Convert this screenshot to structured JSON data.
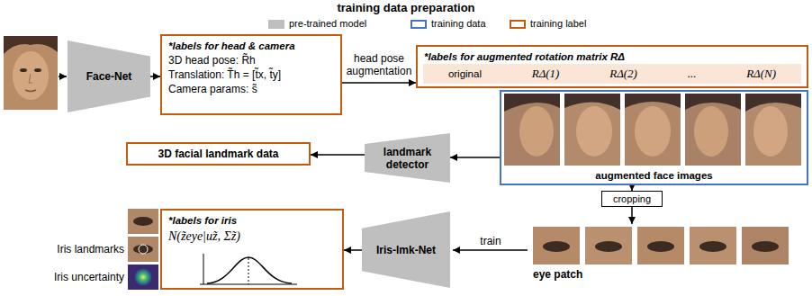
{
  "diagram": {
    "title": "training data preparation",
    "nodes": [
      {
        "text": [
          "Face-Net"
        ]
      },
      {
        "text": [
          "*labels for head & camera",
          "3D head pose: R̃h",
          "Translation: T̃h = [t̃x, t̃y]",
          "Camera params: s̃"
        ]
      },
      {
        "text": [
          "*labels for augmented rotation matrix RΔ"
        ]
      },
      {
        "text": [
          "original",
          "RΔ(1)",
          "RΔ(2)",
          "...",
          "RΔ(N)"
        ],
        "in": 2
      },
      {
        "text": [
          "augmented face images"
        ]
      },
      {
        "text": [
          "3D facial landmark data"
        ]
      },
      {
        "text": [
          "landmark detector"
        ]
      },
      {
        "text": [
          "cropping"
        ]
      },
      {
        "text": [
          "*labels for iris",
          "N(z̃eye|uz̃, Σz̃)"
        ]
      },
      {
        "text": [
          "Iris-lmk-Net"
        ]
      }
    ],
    "edges": [
      {
        "from": 0,
        "to": 1,
        "arrow": "to"
      },
      {
        "from": 1,
        "to": 2,
        "label": "head pose augmentation",
        "arrow": "to"
      },
      {
        "from": 4,
        "to": 6,
        "arrow": "to"
      },
      {
        "from": 6,
        "to": 5,
        "arrow": "to"
      },
      {
        "from": 4,
        "to": 7,
        "arrow": "to"
      },
      {
        "from": 9,
        "to": 8,
        "arrow": "to"
      }
    ],
    "labels": [
      "train",
      "eye patch",
      "Iris landmarks",
      "Iris uncertainty"
    ],
    "legend": [
      {
        "text": "pre-trained model",
        "color": "#bfbfbf"
      },
      {
        "text": "training data"
      },
      {
        "text": "training label"
      }
    ]
  }
}
